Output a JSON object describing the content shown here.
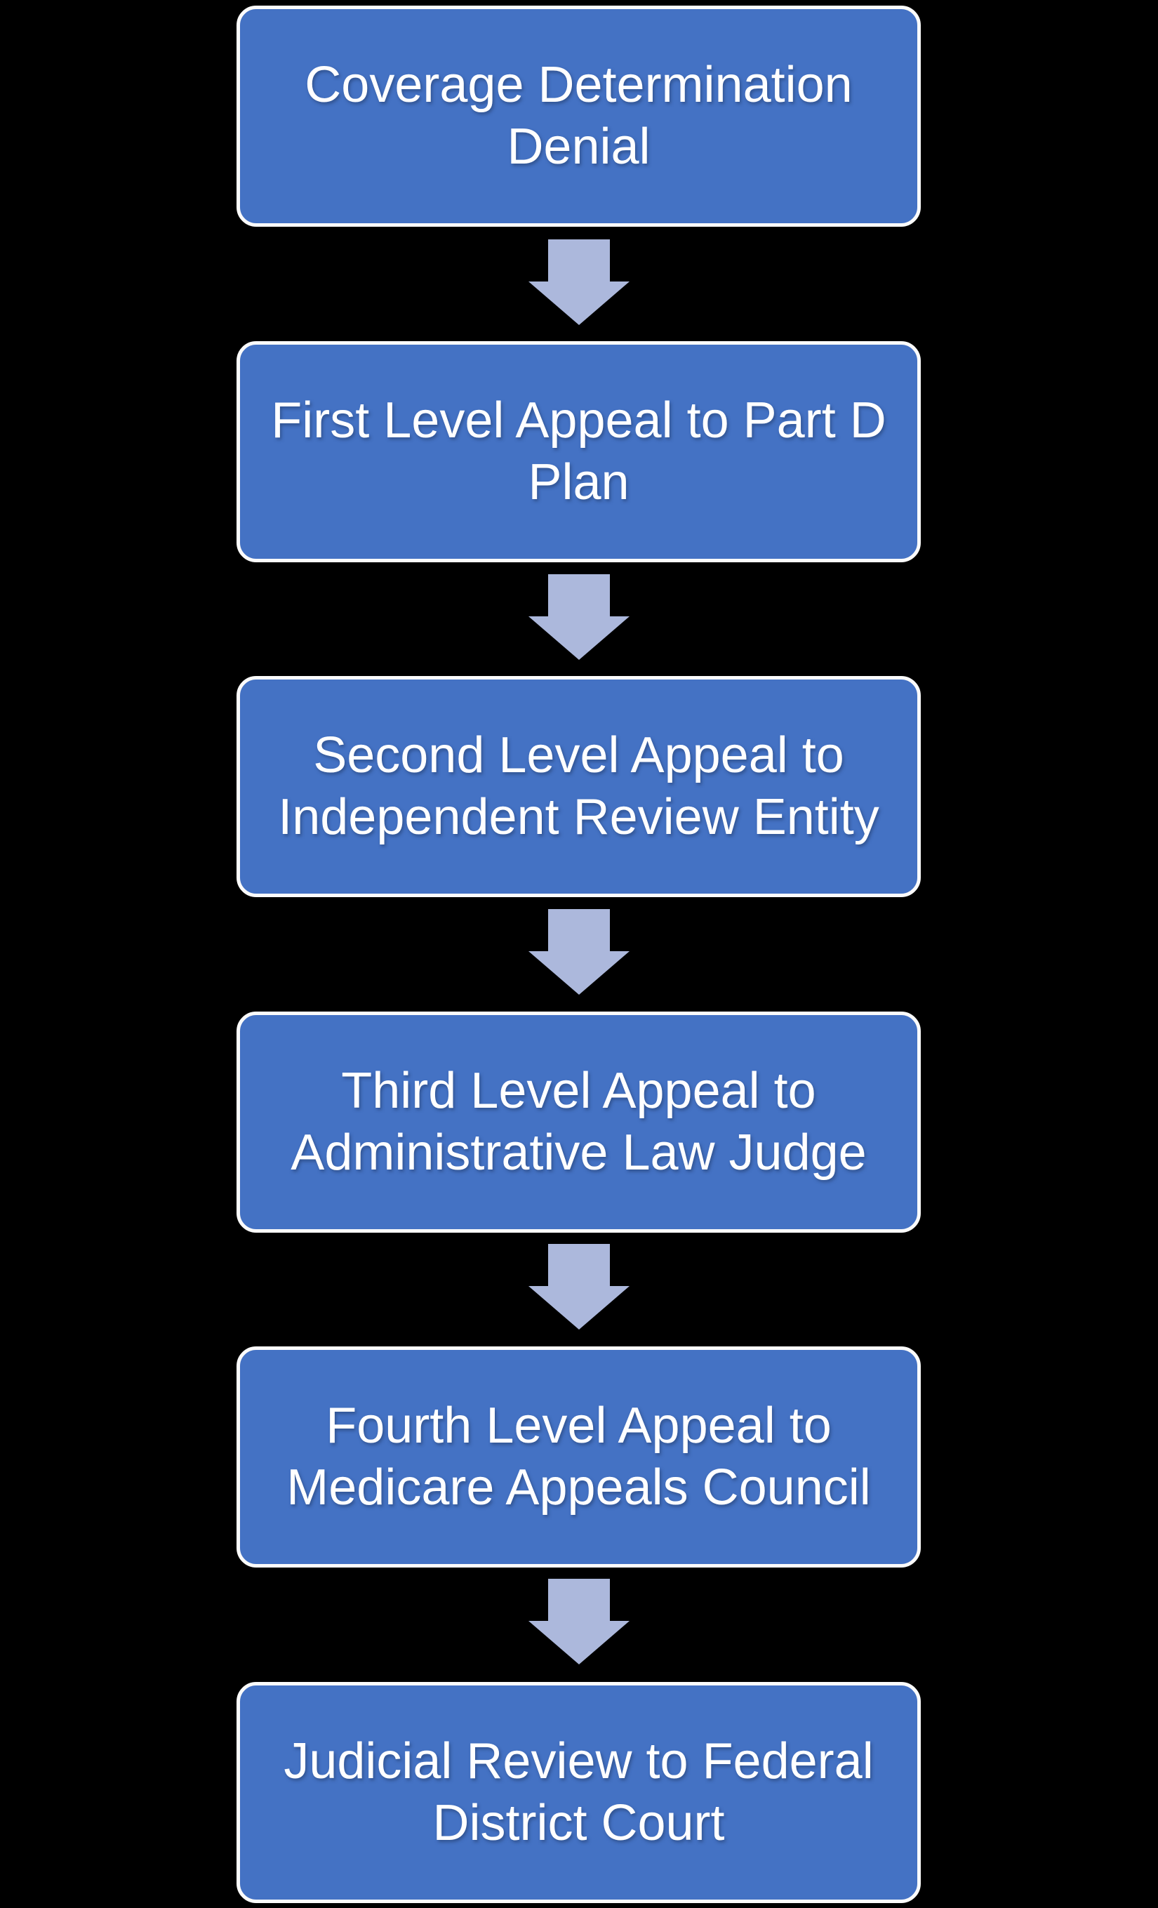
{
  "diagram": {
    "type": "flowchart-vertical",
    "background_color": "#000000",
    "colors": {
      "box_fill": "#4472C4",
      "box_border": "#FBFBFB",
      "box_text": "#FFFFFF",
      "arrow_fill": "#ACB8DC"
    },
    "steps": [
      {
        "label": "Coverage Determination Denial"
      },
      {
        "label": "First Level Appeal to Part D Plan"
      },
      {
        "label": "Second Level Appeal to Independent Review Entity"
      },
      {
        "label": "Third Level Appeal to Administrative Law Judge"
      },
      {
        "label": "Fourth Level Appeal to Medicare Appeals Council"
      },
      {
        "label": "Judicial Review to Federal District Court"
      }
    ]
  }
}
